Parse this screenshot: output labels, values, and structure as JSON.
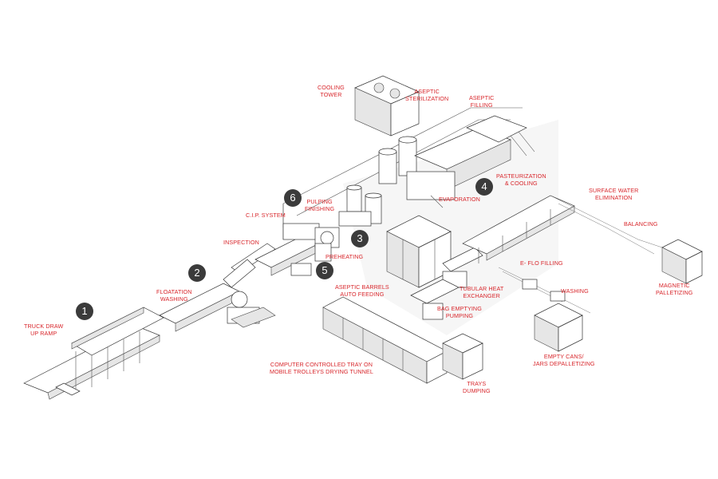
{
  "labels": {
    "cooling_tower": "COOLING\nTOWER",
    "aseptic_sterilization": "ASEPTIC\nSTERILIZATION",
    "aseptic_filling": "ASEPTIC\nFILLING",
    "cip_system": "C.I.P. SYSTEM",
    "pulping_finishing": "PULPING\nFINISHING",
    "evaporation": "EVAPORATION",
    "pasteurization_cooling": "PASTEURIZATION\n& COOLING",
    "surface_water_elimination": "SURFACE WATER\nELIMINATION",
    "balancing": "BALANCING",
    "inspection": "INSPECTION",
    "preheating": "PREHEATING",
    "eflo_filling": "E- FLO FILLING",
    "magnetic_palletizing": "MAGNETIC\nPALLETIZING",
    "floatation_washing": "FLOATATION\nWASHING",
    "aseptic_barrels_auto_feeding": "ASEPTIC BARRELS\nAUTO FEEDING",
    "tubular_heat_exchanger": "TUBULAR HEAT\nEXCHANGER",
    "washing": "WASHING",
    "truck_draw_up_ramp": "TRUCK DRAW\nUP RAMP",
    "bag_emptying_pumping": "BAG EMPTYING\nPUMPING",
    "empty_cans_jars_depalletizing": "EMPTY CANS/\nJARS DEPALLETIZING",
    "computer_controlled_tray": "COMPUTER CONTROLLED TRAY ON\nMOBILE TROLLEYS DRYING TUNNEL",
    "trays_dumping": "TRAYS\nDUMPING"
  },
  "steps": [
    "1",
    "2",
    "3",
    "4",
    "5",
    "6"
  ],
  "colors": {
    "label": "#d8262b",
    "badge": "#3b3b3b",
    "line_art": "#333333"
  }
}
